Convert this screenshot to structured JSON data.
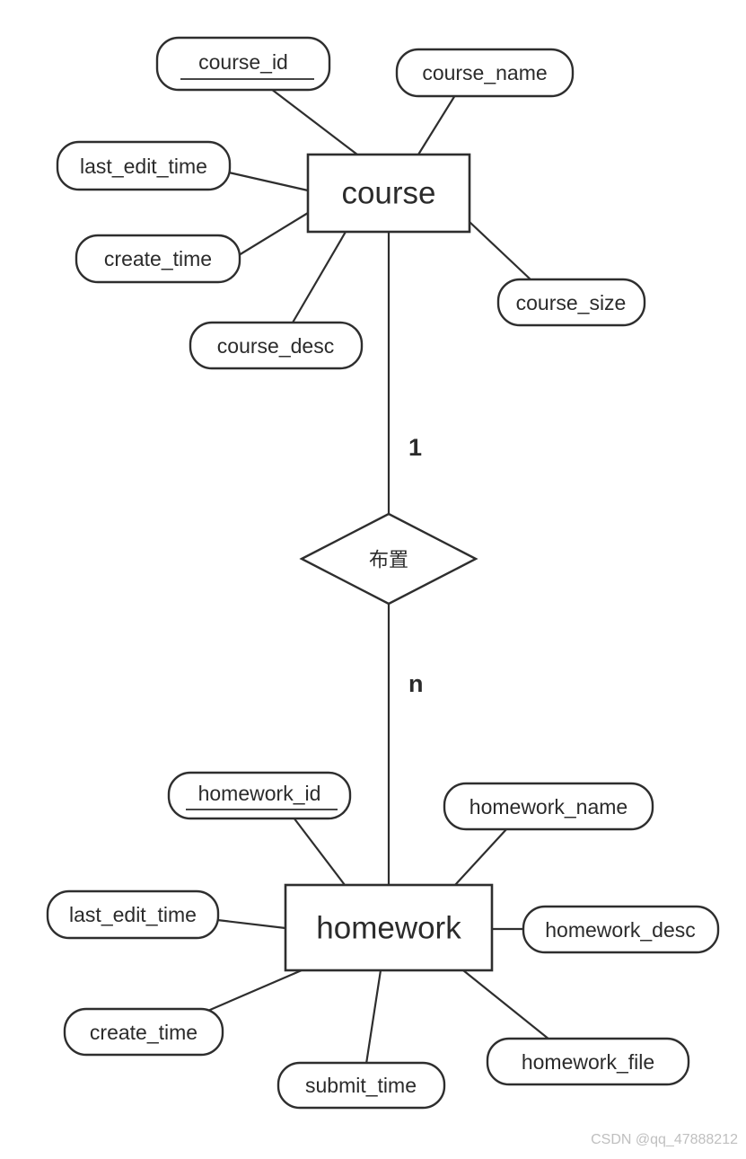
{
  "entities": {
    "course": {
      "label": "course"
    },
    "homework": {
      "label": "homework"
    }
  },
  "relationship": {
    "label": "布置",
    "course_cardinality": "1",
    "homework_cardinality": "n"
  },
  "course_attributes": {
    "course_id": "course_id",
    "course_name": "course_name",
    "last_edit_time": "last_edit_time",
    "create_time": "create_time",
    "course_desc": "course_desc",
    "course_size": "course_size"
  },
  "homework_attributes": {
    "homework_id": "homework_id",
    "homework_name": "homework_name",
    "last_edit_time": "last_edit_time",
    "homework_desc": "homework_desc",
    "create_time": "create_time",
    "submit_time": "submit_time",
    "homework_file": "homework_file"
  },
  "key_attributes": [
    "course_id",
    "homework_id"
  ],
  "watermark": "CSDN @qq_47888212"
}
